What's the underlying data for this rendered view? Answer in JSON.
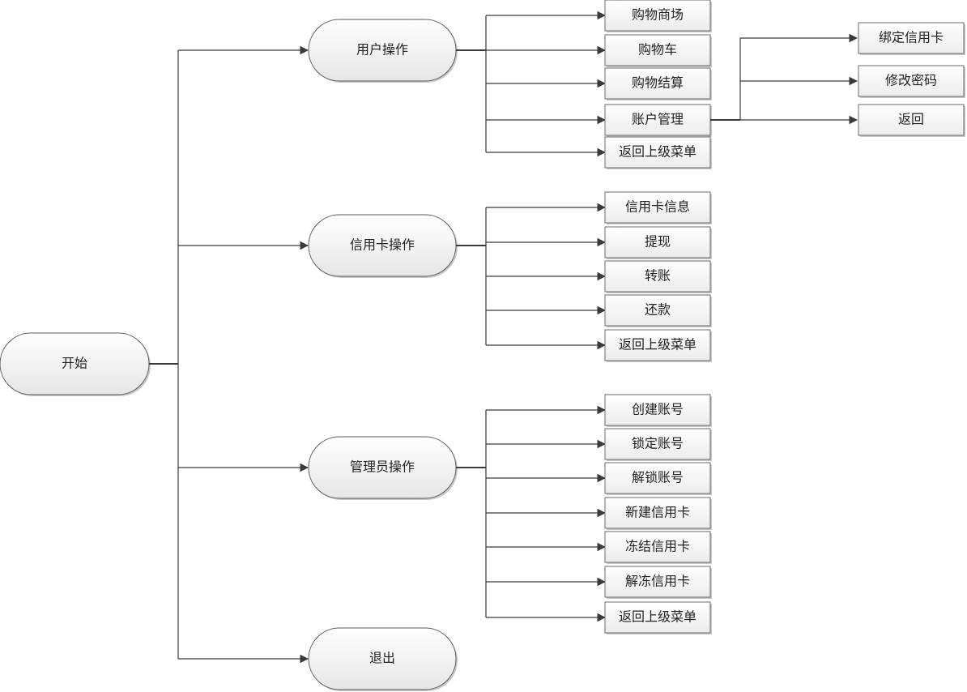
{
  "root": "开始",
  "groups": [
    {
      "label": "用户操作",
      "items": [
        "购物商场",
        "购物车",
        "购物结算",
        "账户管理",
        "返回上级菜单"
      ],
      "sub_parent": "账户管理",
      "sub_items": [
        "绑定信用卡",
        "修改密码",
        "返回"
      ]
    },
    {
      "label": "信用卡操作",
      "items": [
        "信用卡信息",
        "提现",
        "转账",
        "还款",
        "返回上级菜单"
      ]
    },
    {
      "label": "管理员操作",
      "items": [
        "创建账号",
        "锁定账号",
        "解锁账号",
        "新建信用卡",
        "冻结信用卡",
        "解冻信用卡",
        "返回上级菜单"
      ]
    },
    {
      "label": "退出",
      "items": []
    }
  ]
}
